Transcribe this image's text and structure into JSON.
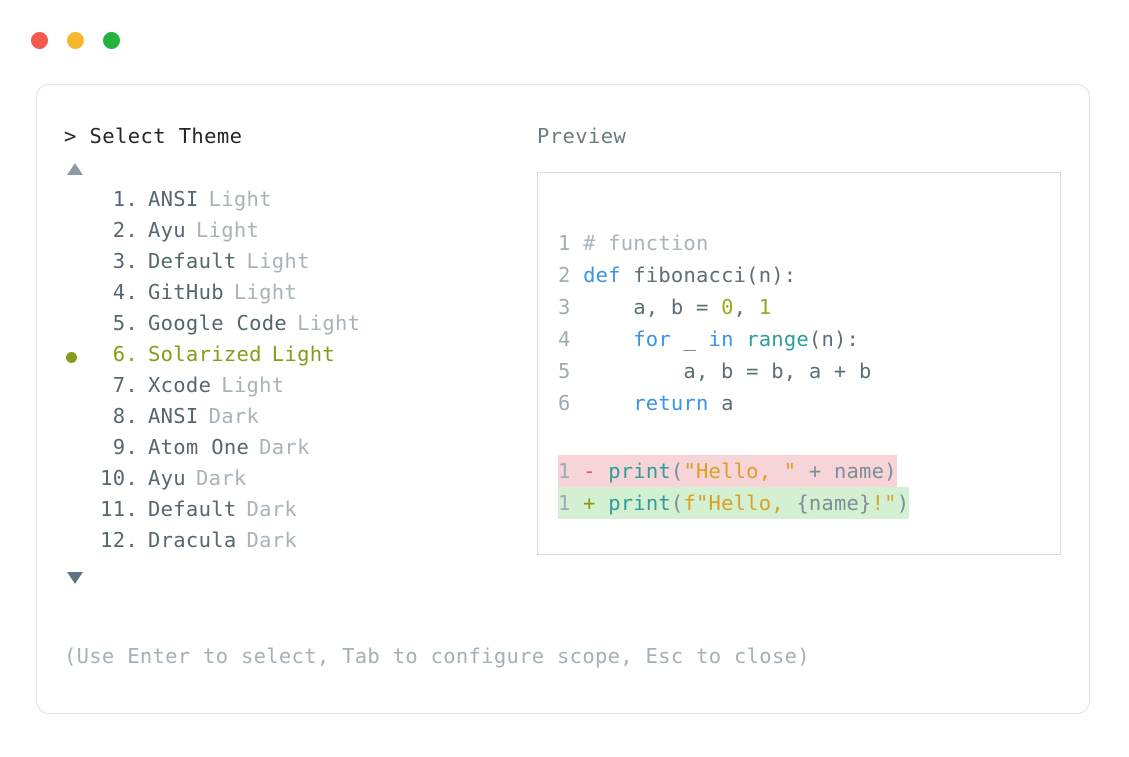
{
  "window": {
    "traffic_lights": [
      {
        "name": "close",
        "color": "#f4594f"
      },
      {
        "name": "minimize",
        "color": "#f7b72a"
      },
      {
        "name": "zoom",
        "color": "#24b33f"
      }
    ]
  },
  "left": {
    "prompt_symbol": ">",
    "title": "Select Theme",
    "scroll_up_icon": "triangle-up-icon",
    "scroll_down_icon": "triangle-down-icon",
    "selected_index": 6,
    "items": [
      {
        "index": "1.",
        "name": "ANSI",
        "variant": "Light",
        "selected": false
      },
      {
        "index": "2.",
        "name": "Ayu",
        "variant": "Light",
        "selected": false
      },
      {
        "index": "3.",
        "name": "Default",
        "variant": "Light",
        "selected": false
      },
      {
        "index": "4.",
        "name": "GitHub",
        "variant": "Light",
        "selected": false
      },
      {
        "index": "5.",
        "name": "Google Code",
        "variant": "Light",
        "selected": false
      },
      {
        "index": "6.",
        "name": "Solarized",
        "variant": "Light",
        "selected": true
      },
      {
        "index": "7.",
        "name": "Xcode",
        "variant": "Light",
        "selected": false
      },
      {
        "index": "8.",
        "name": "ANSI",
        "variant": "Dark",
        "selected": false
      },
      {
        "index": "9.",
        "name": "Atom One",
        "variant": "Dark",
        "selected": false
      },
      {
        "index": "10.",
        "name": "Ayu",
        "variant": "Dark",
        "selected": false
      },
      {
        "index": "11.",
        "name": "Default",
        "variant": "Dark",
        "selected": false
      },
      {
        "index": "12.",
        "name": "Dracula",
        "variant": "Dark",
        "selected": false
      }
    ]
  },
  "right": {
    "title": "Preview",
    "code_lines": [
      {
        "num": "1",
        "tokens": [
          {
            "t": "# function",
            "c": "t-comment"
          }
        ]
      },
      {
        "num": "2",
        "tokens": [
          {
            "t": "def",
            "c": "t-kw"
          },
          {
            "t": " fibonacci(n):",
            "c": "t-plain"
          }
        ]
      },
      {
        "num": "3",
        "tokens": [
          {
            "t": "    a, b = ",
            "c": "t-plain"
          },
          {
            "t": "0",
            "c": "t-num"
          },
          {
            "t": ", ",
            "c": "t-plain"
          },
          {
            "t": "1",
            "c": "t-num"
          }
        ]
      },
      {
        "num": "4",
        "tokens": [
          {
            "t": "    ",
            "c": "t-plain"
          },
          {
            "t": "for",
            "c": "t-kw"
          },
          {
            "t": " _ ",
            "c": "t-plain"
          },
          {
            "t": "in",
            "c": "t-kw"
          },
          {
            "t": " ",
            "c": "t-plain"
          },
          {
            "t": "range",
            "c": "t-fn"
          },
          {
            "t": "(n):",
            "c": "t-plain"
          }
        ]
      },
      {
        "num": "5",
        "tokens": [
          {
            "t": "        a, b = b, a + b",
            "c": "t-plain"
          }
        ]
      },
      {
        "num": "6",
        "tokens": [
          {
            "t": "    ",
            "c": "t-plain"
          },
          {
            "t": "return",
            "c": "t-kw"
          },
          {
            "t": " a",
            "c": "t-plain"
          }
        ]
      }
    ],
    "diff_lines": [
      {
        "num": "1",
        "sign": "-",
        "kind": "del",
        "tokens": [
          {
            "t": "print",
            "c": "t-fn"
          },
          {
            "t": "(",
            "c": "t-name"
          },
          {
            "t": "\"Hello, \"",
            "c": "t-str"
          },
          {
            "t": " + name)",
            "c": "t-name"
          }
        ]
      },
      {
        "num": "1",
        "sign": "+",
        "kind": "add",
        "tokens": [
          {
            "t": "print",
            "c": "t-fn"
          },
          {
            "t": "(",
            "c": "t-name"
          },
          {
            "t": "f\"Hello, ",
            "c": "t-str"
          },
          {
            "t": "{name}",
            "c": "t-name"
          },
          {
            "t": "!\"",
            "c": "t-str"
          },
          {
            "t": ")",
            "c": "t-name"
          }
        ]
      }
    ]
  },
  "footer": {
    "hint": "(Use Enter to select, Tab to configure scope, Esc to close)"
  }
}
